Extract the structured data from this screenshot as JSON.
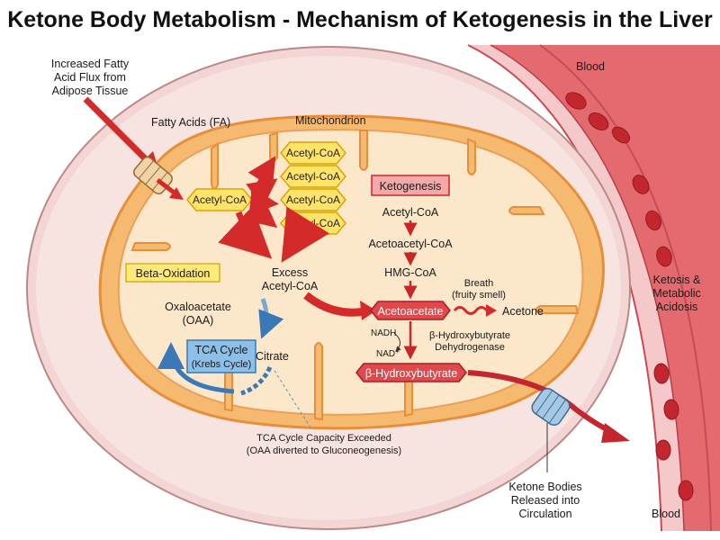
{
  "title": "Ketone Body Metabolism - Mechanism of Ketogenesis in the Liver",
  "labels": {
    "blood_top": "Blood",
    "blood_bottom": "Blood",
    "fa_flux": [
      "Increased Fatty",
      "Acid Flux from",
      "Adipose Tissue"
    ],
    "fatty_acids": "Fatty Acids (FA)",
    "mitochondrion": "Mitochondrion",
    "beta_oxidation": "Beta-Oxidation",
    "excess": [
      "Excess",
      "Acetyl-CoA"
    ],
    "oaa": [
      "Oxaloacetate",
      "(OAA)"
    ],
    "tca_cycle": [
      "TCA Cycle",
      "(Krebs Cycle)"
    ],
    "citrate": "Citrate",
    "tca_exceeded": [
      "TCA Cycle Capacity Exceeded",
      "(OAA diverted to Gluconeogenesis)"
    ],
    "ketogenesis_header": "Ketogenesis",
    "pathway": {
      "acetyl_coa": "Acetyl-CoA",
      "acetoacetyl_coa": "Acetoacetyl-CoA",
      "hmg_coa": "HMG-CoA",
      "acetoacetate": "Acetoacetate",
      "acetone": "Acetone",
      "breath": [
        "Breath",
        "(fruity smell)"
      ],
      "nadh": "NADH",
      "nad": "NAD⁺",
      "enzyme": [
        "β-Hydroxybutyrate",
        "Dehydrogenase"
      ],
      "bhb": "β-Hydroxybutyrate"
    },
    "acetyl_coa_main": "Acetyl-CoA",
    "acetyl_coa_fan": [
      "Acetyl-CoA",
      "Acetyl-CoA",
      "Acetyl-CoA",
      "Acetyl-CoA"
    ],
    "ketosis": [
      "Ketosis &",
      "Metabolic",
      "Acidosis"
    ],
    "released": [
      "Ketone Bodies",
      "Released into",
      "Circulation"
    ]
  },
  "colors": {
    "blood_vessel": "#d9595f",
    "vessel_wall": "#f2b5b5",
    "cell_fill": "#f7e2de",
    "mito_fill": "#fbe3c4",
    "mito_membrane": "#f0a050",
    "arrow_red": "#d42a2a",
    "hex_yellow": "#ffe36b",
    "tca_blue": "#7db6e0"
  }
}
